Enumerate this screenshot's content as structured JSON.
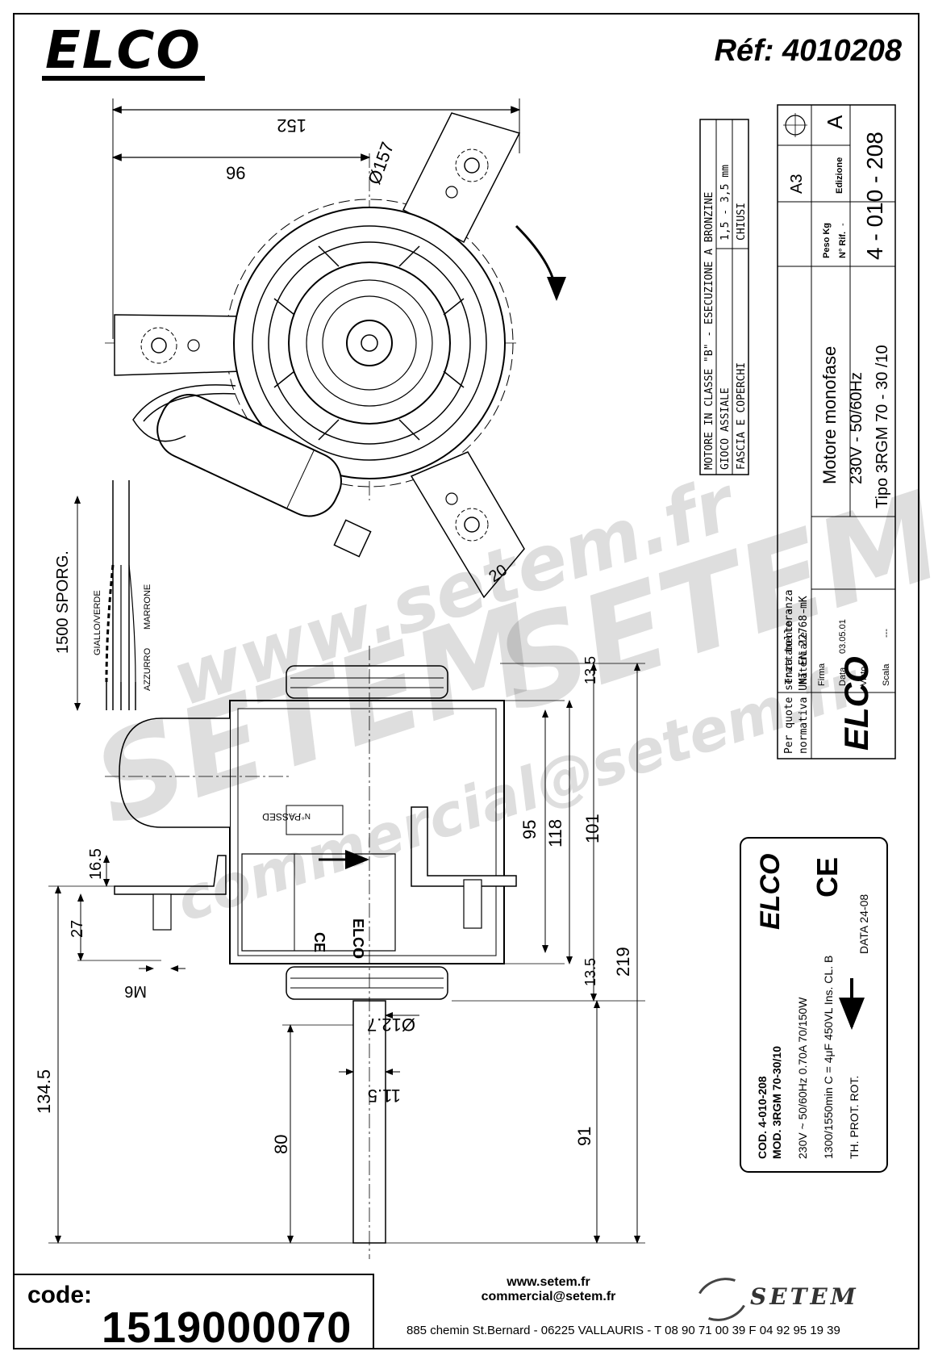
{
  "header": {
    "brand": "ELCO",
    "reference": "Réf: 4010208"
  },
  "dimensions": {
    "top_width": "152",
    "offset_96": "96",
    "diameter_157": "Ø157",
    "bracket_20": "20",
    "lead_length": "1500 SPORG.",
    "wire_yellow_green": "GIALLO/VERDE",
    "wire_brown": "MARRONE",
    "wire_blue": "AZZURRO",
    "d_13_5_top": "13.5",
    "d_95": "95",
    "d_118": "118",
    "d_101": "101",
    "d_13_5_bottom": "13.5",
    "d_219": "219",
    "d_16_5": "16.5",
    "d_27": "27",
    "m6": "M6",
    "shaft_dia": "Ø12.7",
    "d_11_5": "11.5",
    "d_134_5": "134.5",
    "d_80": "80",
    "d_91": "91",
    "passed": "PASSED",
    "passed_n": "N°. . ."
  },
  "spec_table": {
    "rows": [
      {
        "label": "MOTORE IN CLASSE \"B\" - ESECUZIONE A BRONZINE",
        "value": ""
      },
      {
        "label": "GIOCO ASSIALE",
        "value": "1,5 - 3,5 mm"
      },
      {
        "label": "FASCIA E COPERCHI",
        "value": "CHIUSI"
      }
    ]
  },
  "title_block": {
    "format": "A3",
    "edition_label": "Edizione",
    "edition": "A",
    "weight_label": "Peso Kg",
    "weight": "-",
    "nrif_label": "N° Rif.",
    "nrif": "-",
    "drawing_number": "4 - 010 - 208",
    "treatment_label": "Trattamento",
    "treatment": "-",
    "material_label": "Materiale",
    "material": "-",
    "description_1": "Motore monofase",
    "description_2": "230V - 50/60Hz",
    "description_3": "Tipo 3RGM 70 - 30 /10",
    "tolerance_1": "Per quote senza tolleranza",
    "tolerance_2": "normativa UNI EN 22768-mK",
    "firma_label": "Firma",
    "firma": "",
    "data_label": "Data",
    "data": "03.05.01",
    "visto_label": "Visto",
    "visto": "",
    "scala_label": "Scala",
    "scala": "---",
    "brand": "ELCO"
  },
  "nameplate": {
    "brand": "ELCO",
    "ce": "CE",
    "cod": "COD. 4-010-208",
    "mod": "MOD. 3RGM 70-30/10",
    "line1": "230V ~   50/60Hz   0.70A   70/150W",
    "line2": "1300/1550min   C = 4μF 450VL   Ins. CL. B",
    "line3": "TH. PROT.   ROT.",
    "date": "DATA 24-08"
  },
  "footer": {
    "code_label": "code:",
    "code": "1519000070",
    "web": "www.setem.fr",
    "email": "commercial@setem.fr",
    "address": "885 chemin St.Bernard  -  06225 VALLAURIS  -  T 08 90 71 00 39   F 04 92 95 19 39",
    "company": "SETEM"
  },
  "watermarks": {
    "site": "www.setem.fr",
    "name": "SETEM",
    "mail": "commercial@setem.fr"
  }
}
